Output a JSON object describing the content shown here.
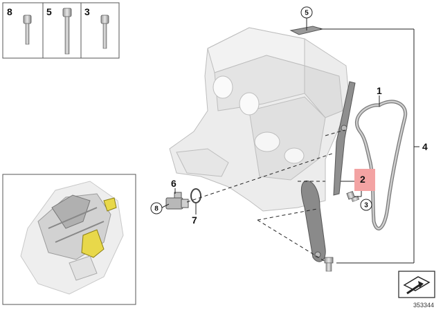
{
  "diagram": {
    "bolt_callouts": [
      "8",
      "5",
      "3"
    ],
    "part_labels": {
      "p1": "1",
      "p2": "2",
      "p3": "3",
      "p4": "4",
      "p5": "5",
      "p6": "6",
      "p7": "7",
      "p8": "8"
    },
    "diagram_number": "353344",
    "colors": {
      "engine_fill": "#e9e9e9",
      "line": "#333333",
      "highlight_box": "#f3a3a3",
      "accent_yellow": "#e8d84a"
    },
    "icons": [
      "bolt-icon",
      "engine-thumbnail",
      "view-direction-arrow-icon"
    ]
  }
}
